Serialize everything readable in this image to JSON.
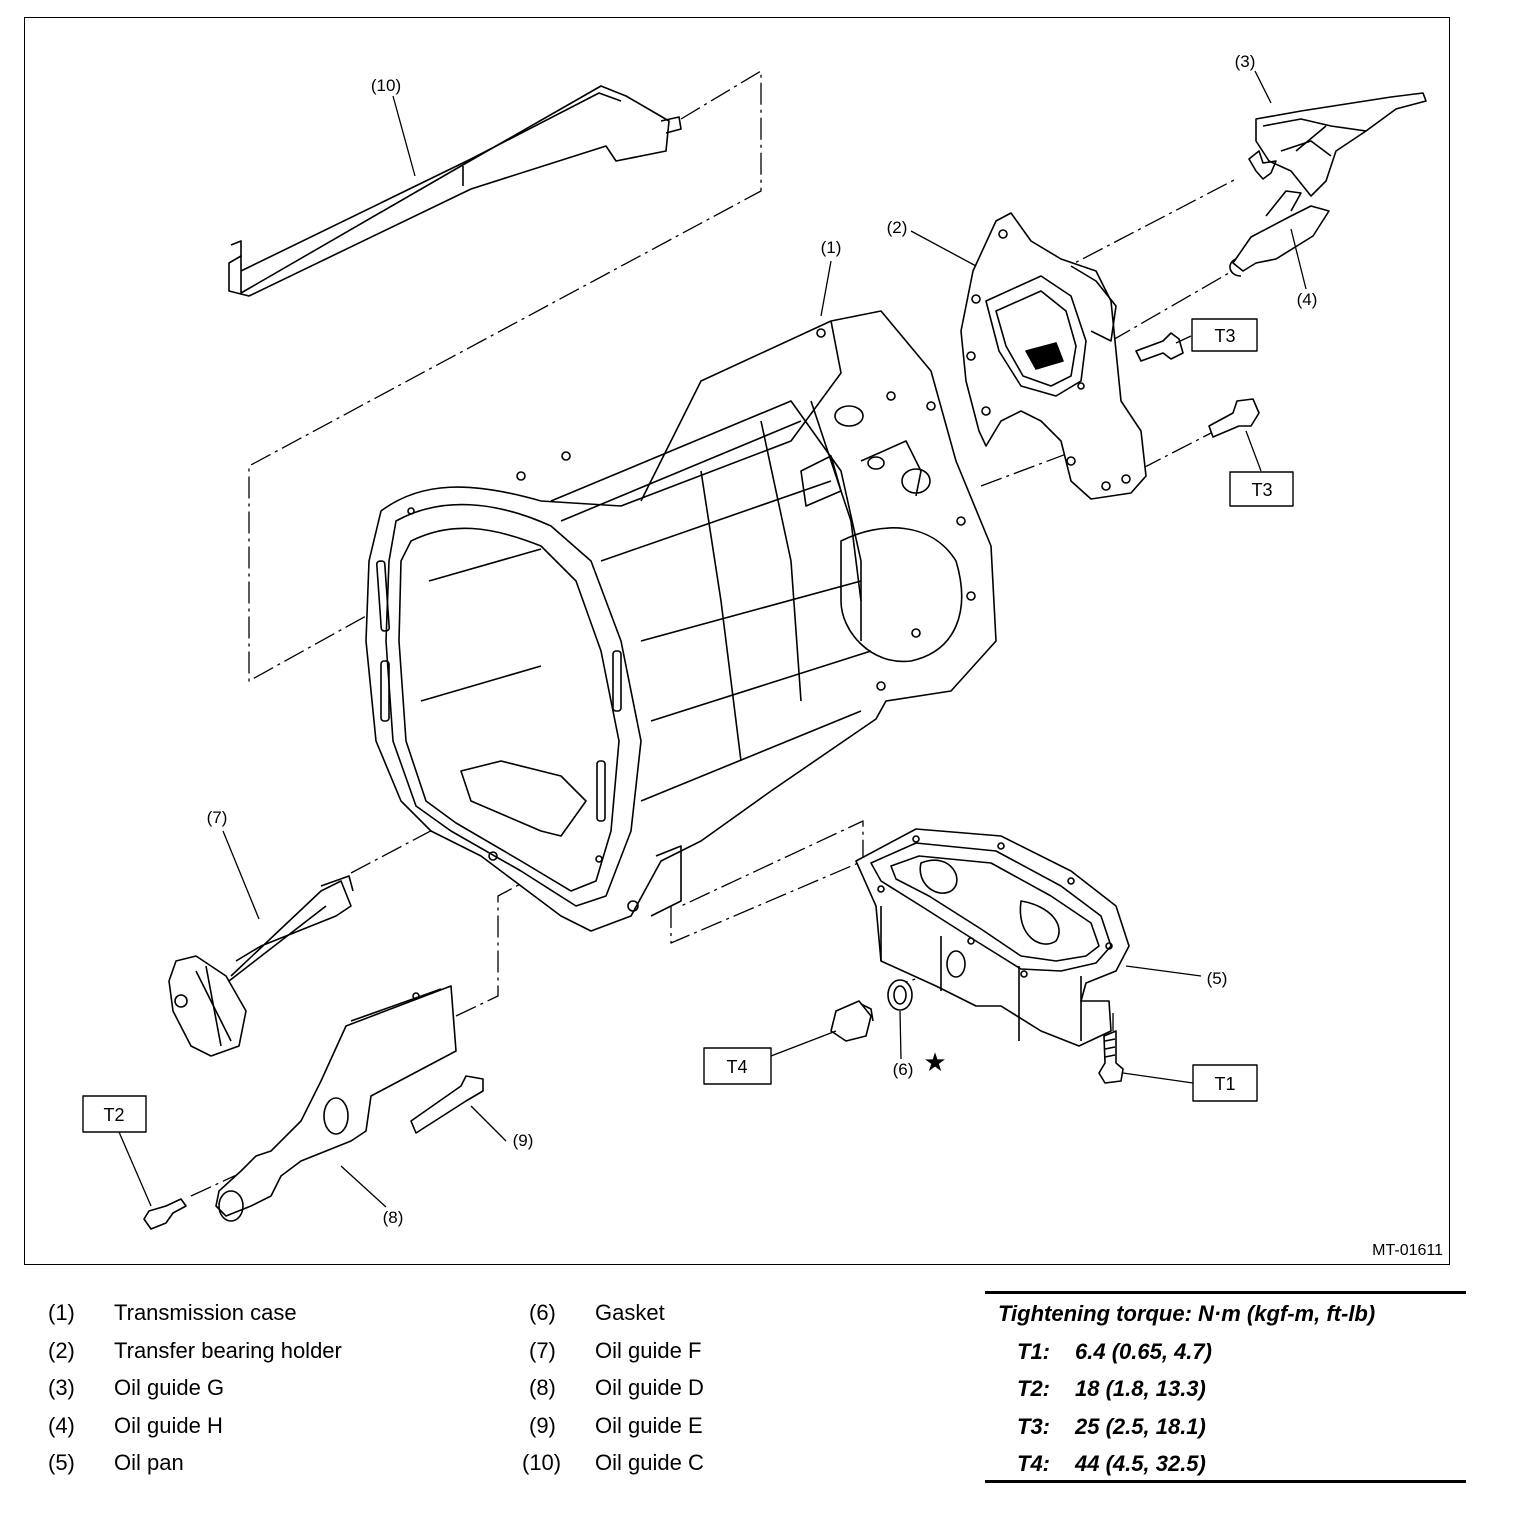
{
  "figure_id": "MT-01611",
  "callouts": [
    "(1)",
    "(2)",
    "(3)",
    "(4)",
    "(5)",
    "(6)",
    "(7)",
    "(8)",
    "(9)",
    "(10)"
  ],
  "new_part_symbol": "★",
  "torque_tags": [
    "T1",
    "T2",
    "T3",
    "T4"
  ],
  "legend": [
    {
      "num": "(1)",
      "name": "Transmission case"
    },
    {
      "num": "(2)",
      "name": "Transfer bearing holder"
    },
    {
      "num": "(3)",
      "name": "Oil guide G"
    },
    {
      "num": "(4)",
      "name": "Oil guide H"
    },
    {
      "num": "(5)",
      "name": "Oil pan"
    },
    {
      "num": "(6)",
      "name": "Gasket"
    },
    {
      "num": "(7)",
      "name": "Oil guide F"
    },
    {
      "num": "(8)",
      "name": "Oil guide D"
    },
    {
      "num": "(9)",
      "name": "Oil guide E"
    },
    {
      "num": "(10)",
      "name": "Oil guide C"
    }
  ],
  "torque": {
    "title": "Tightening torque: N·m (kgf-m, ft-lb)",
    "rows": [
      {
        "label": "T1:",
        "value": "6.4 (0.65, 4.7)"
      },
      {
        "label": "T2:",
        "value": "18 (1.8, 13.3)"
      },
      {
        "label": "T3:",
        "value": "25 (2.5, 18.1)"
      },
      {
        "label": "T4:",
        "value": "44 (4.5, 32.5)"
      }
    ]
  }
}
